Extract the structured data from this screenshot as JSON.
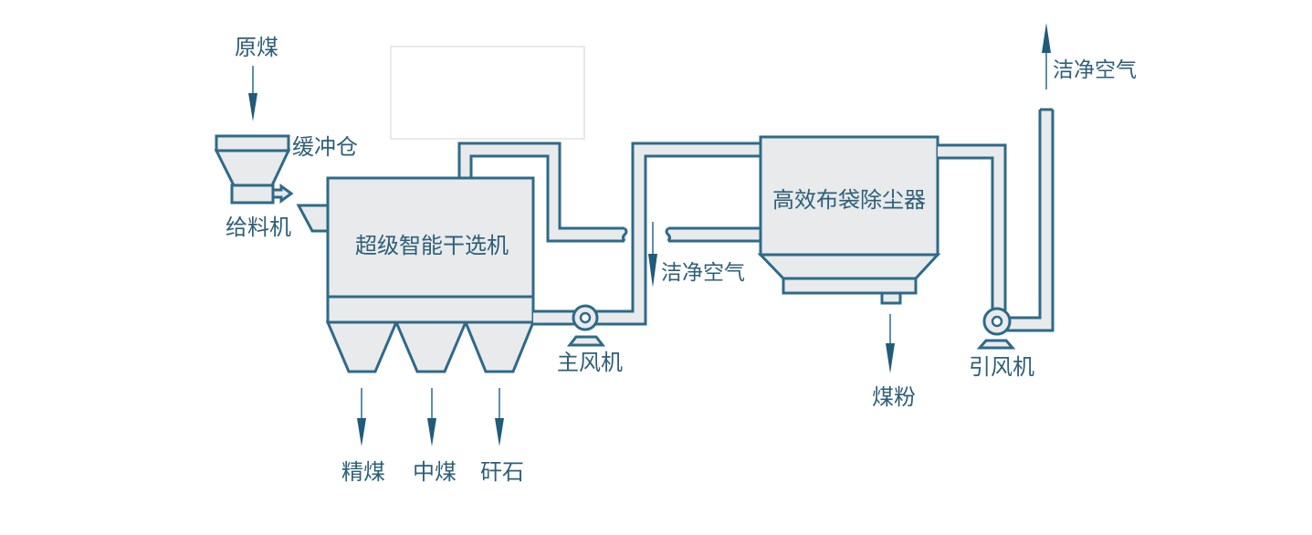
{
  "diagram": {
    "title": "超级智能干选机工艺流程",
    "colors": {
      "stroke": "#2e6a88",
      "fill": "#e8eaec",
      "text": "#2d5f78",
      "arrow": "#1f5b7a"
    },
    "labels": {
      "raw_coal": "原煤",
      "buffer_bin": "缓冲仓",
      "feeder": "给料机",
      "separator": "超级智能干选机",
      "main_fan": "主风机",
      "clean_air_return": "洁净空气",
      "bag_filter": "高效布袋除尘器",
      "coal_powder": "煤粉",
      "induced_fan": "引风机",
      "clean_air_exhaust": "洁净空气",
      "clean_coal": "精煤",
      "middling_coal": "中煤",
      "gangue": "矸石"
    }
  }
}
